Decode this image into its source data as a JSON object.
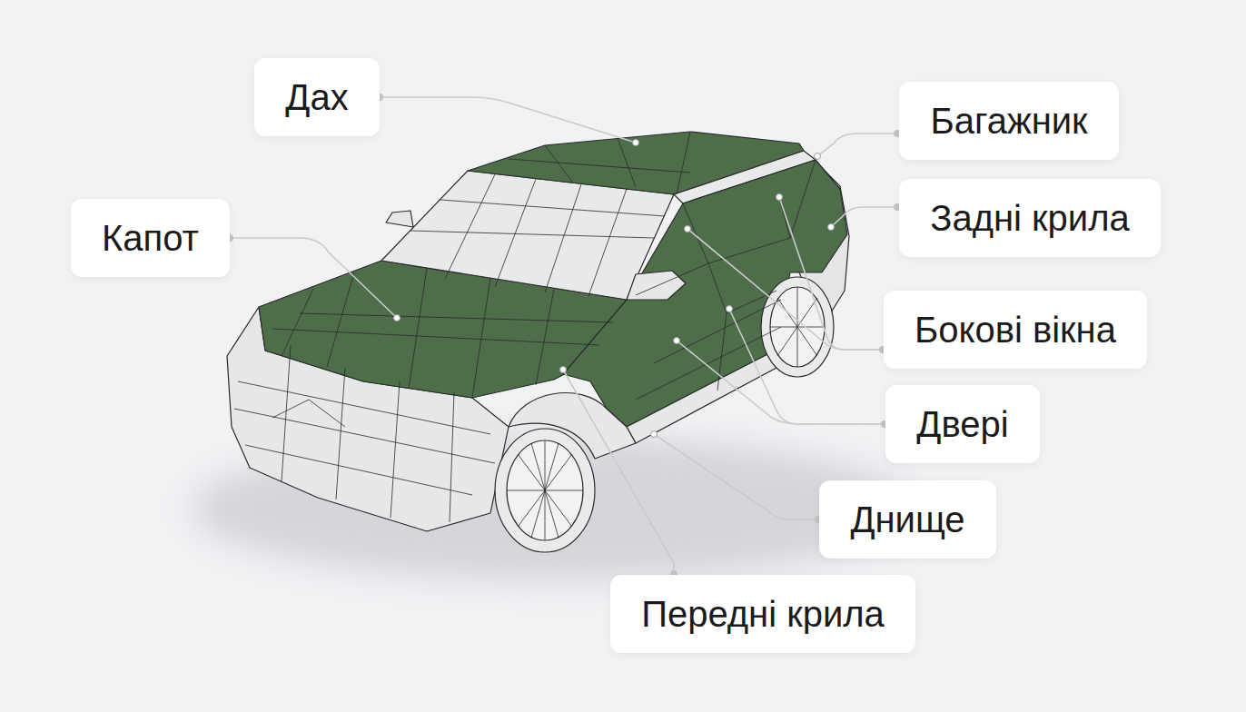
{
  "diagram": {
    "nodes": [
      {
        "text": [
          "Дах"
        ]
      },
      {
        "text": [
          "Багажник"
        ]
      },
      {
        "text": [
          "Задні крила"
        ]
      },
      {
        "text": [
          "Капот"
        ]
      },
      {
        "text": [
          "Бокові вікна"
        ]
      },
      {
        "text": [
          "Двері"
        ]
      },
      {
        "text": [
          "Днище"
        ]
      },
      {
        "text": [
          "Передні крила"
        ]
      }
    ]
  }
}
